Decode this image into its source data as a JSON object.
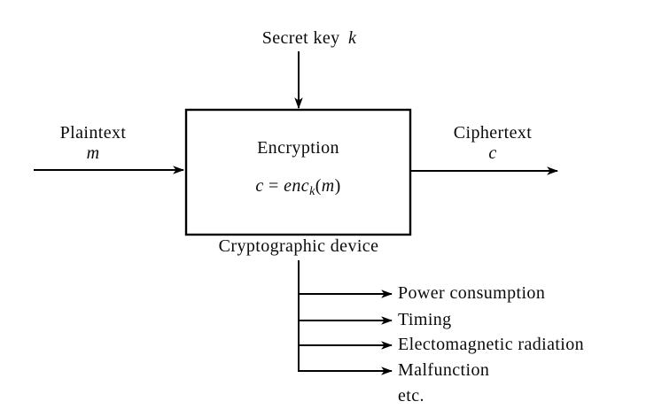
{
  "diagram": {
    "inputs": {
      "secret_key": {
        "text": "Secret key",
        "var": "k"
      },
      "plaintext": {
        "text": "Plaintext",
        "var": "m"
      }
    },
    "output": {
      "ciphertext": {
        "text": "Ciphertext",
        "var": "c"
      }
    },
    "box": {
      "title": "Encryption",
      "formula": {
        "lhs": "c",
        "eq": " = ",
        "fn": "enc",
        "sub": "k",
        "open": "(",
        "arg": "m",
        "close": ")"
      },
      "caption": "Cryptographic device"
    },
    "side_channels": {
      "items": [
        "Power consumption",
        "Timing",
        "Electomagnetic radiation",
        "Malfunction"
      ],
      "more": "etc."
    },
    "colors": {
      "line": "#000000",
      "text": "#0a0a0a",
      "background": "#ffffff"
    }
  }
}
